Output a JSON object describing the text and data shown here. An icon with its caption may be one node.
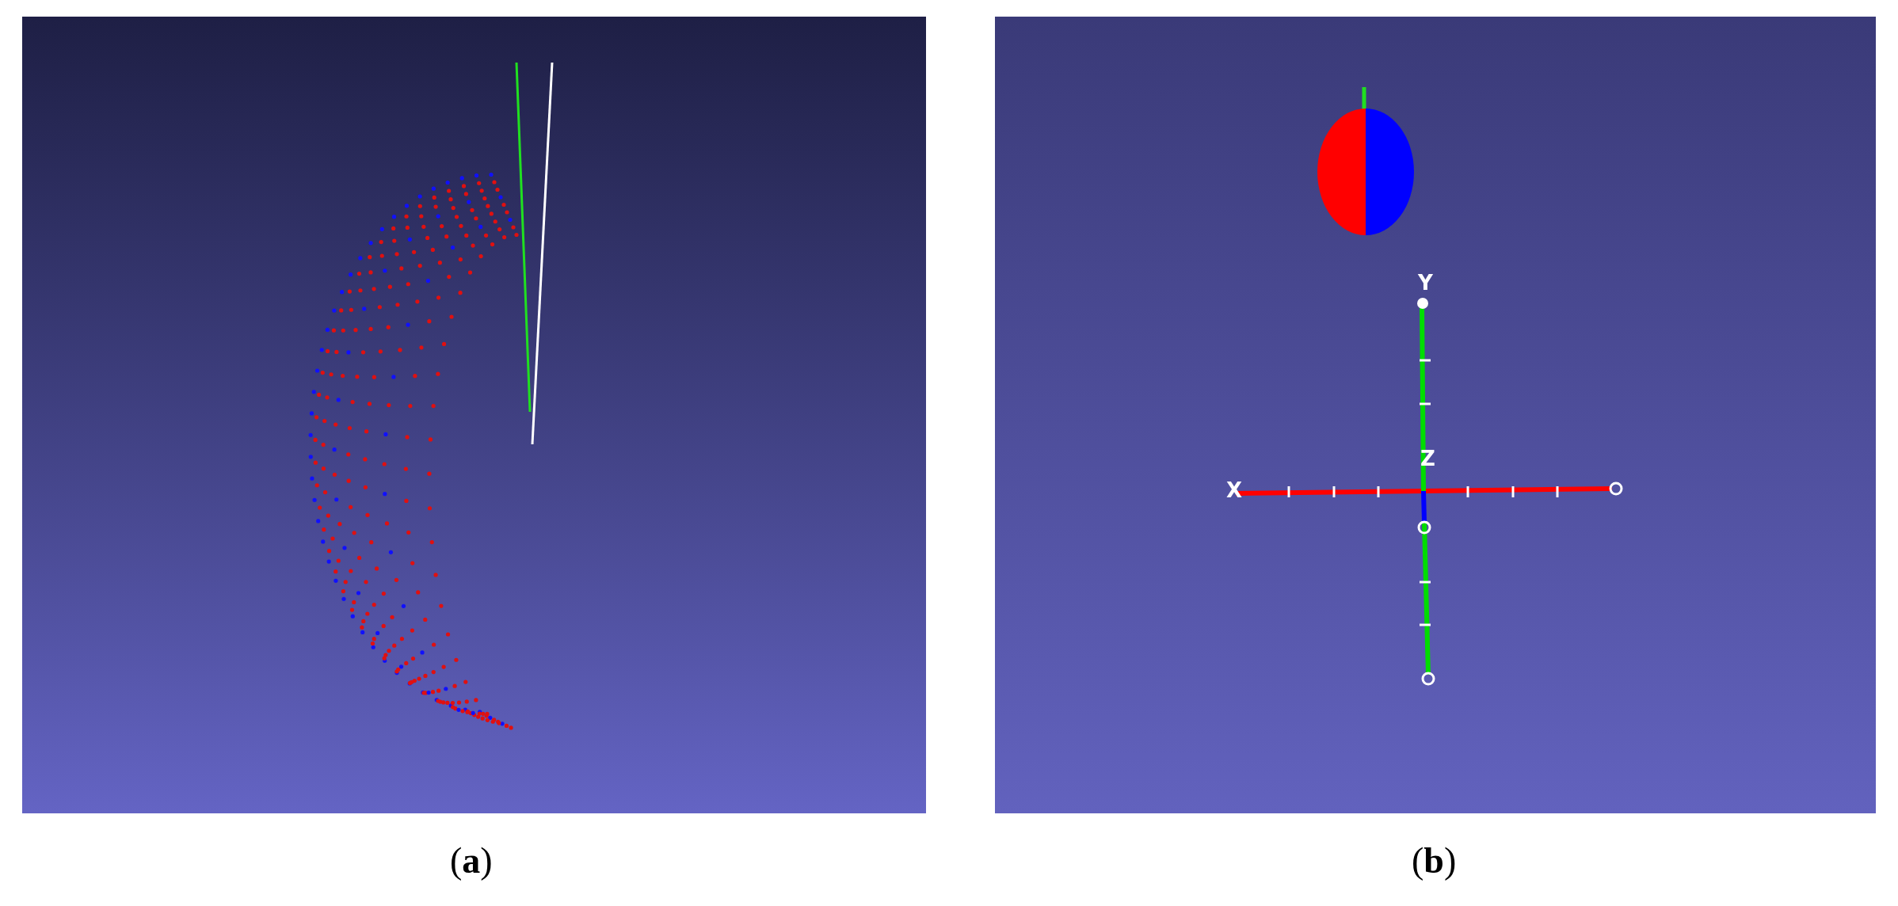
{
  "diagram": {
    "labels": [
      "Y",
      "Z",
      "X",
      "(**a**)",
      "(**b**)"
    ]
  }
}
